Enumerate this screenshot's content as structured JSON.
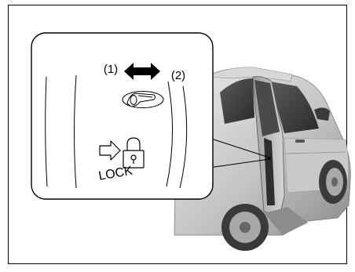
{
  "labels": {
    "position_1": "(1)",
    "position_2": "(2)",
    "lock_word": "LOCK"
  },
  "icons": {
    "double_arrow": "double-headed-arrow-icon",
    "lever": "lock-lever-icon",
    "lock_symbol": "arrow-padlock-icon"
  },
  "colors": {
    "line": "#000000",
    "car_body_light": "#dcdcdc",
    "car_body_mid": "#b9b9b9",
    "car_body_dark": "#6f6f6f",
    "glass": "#3c3c3c",
    "frame": "#000000"
  }
}
